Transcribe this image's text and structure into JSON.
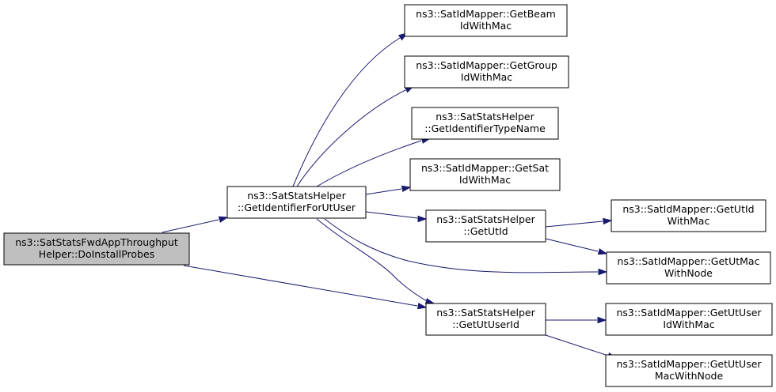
{
  "diagram": {
    "nodes": [
      {
        "id": "root",
        "lines": [
          "ns3::SatStatsFwdAppThroughput",
          "Helper::DoInstallProbes"
        ]
      },
      {
        "id": "getIdUt",
        "lines": [
          "ns3::SatStatsHelper",
          "::GetIdentifierForUtUser"
        ]
      },
      {
        "id": "beam",
        "lines": [
          "ns3::SatIdMapper::GetBeam",
          "IdWithMac"
        ]
      },
      {
        "id": "group",
        "lines": [
          "ns3::SatIdMapper::GetGroup",
          "IdWithMac"
        ]
      },
      {
        "id": "typeName",
        "lines": [
          "ns3::SatStatsHelper",
          "::GetIdentifierTypeName"
        ]
      },
      {
        "id": "sat",
        "lines": [
          "ns3::SatIdMapper::GetSat",
          "IdWithMac"
        ]
      },
      {
        "id": "getUtId",
        "lines": [
          "ns3::SatStatsHelper",
          "::GetUtId"
        ]
      },
      {
        "id": "utIdMac",
        "lines": [
          "ns3::SatIdMapper::GetUtId",
          "WithMac"
        ]
      },
      {
        "id": "utMacNode",
        "lines": [
          "ns3::SatIdMapper::GetUtMac",
          "WithNode"
        ]
      },
      {
        "id": "getUtUserId",
        "lines": [
          "ns3::SatStatsHelper",
          "::GetUtUserId"
        ]
      },
      {
        "id": "utUserIdMac",
        "lines": [
          "ns3::SatIdMapper::GetUtUser",
          "IdWithMac"
        ]
      },
      {
        "id": "utUserMacNode",
        "lines": [
          "ns3::SatIdMapper::GetUtUser",
          "MacWithNode"
        ]
      }
    ],
    "edges": [
      {
        "from": "root",
        "to": "getIdUt"
      },
      {
        "from": "root",
        "to": "getUtUserId"
      },
      {
        "from": "getIdUt",
        "to": "beam"
      },
      {
        "from": "getIdUt",
        "to": "group"
      },
      {
        "from": "getIdUt",
        "to": "typeName"
      },
      {
        "from": "getIdUt",
        "to": "sat"
      },
      {
        "from": "getIdUt",
        "to": "getUtId"
      },
      {
        "from": "getIdUt",
        "to": "utMacNode"
      },
      {
        "from": "getIdUt",
        "to": "getUtUserId"
      },
      {
        "from": "getUtId",
        "to": "utIdMac"
      },
      {
        "from": "getUtId",
        "to": "utMacNode"
      },
      {
        "from": "getUtUserId",
        "to": "utUserIdMac"
      },
      {
        "from": "getUtUserId",
        "to": "utUserMacNode"
      }
    ],
    "colors": {
      "edge": "#191970",
      "root_fill": "#bfbfbf",
      "node_fill": "#ffffff",
      "border": "#000000"
    }
  }
}
